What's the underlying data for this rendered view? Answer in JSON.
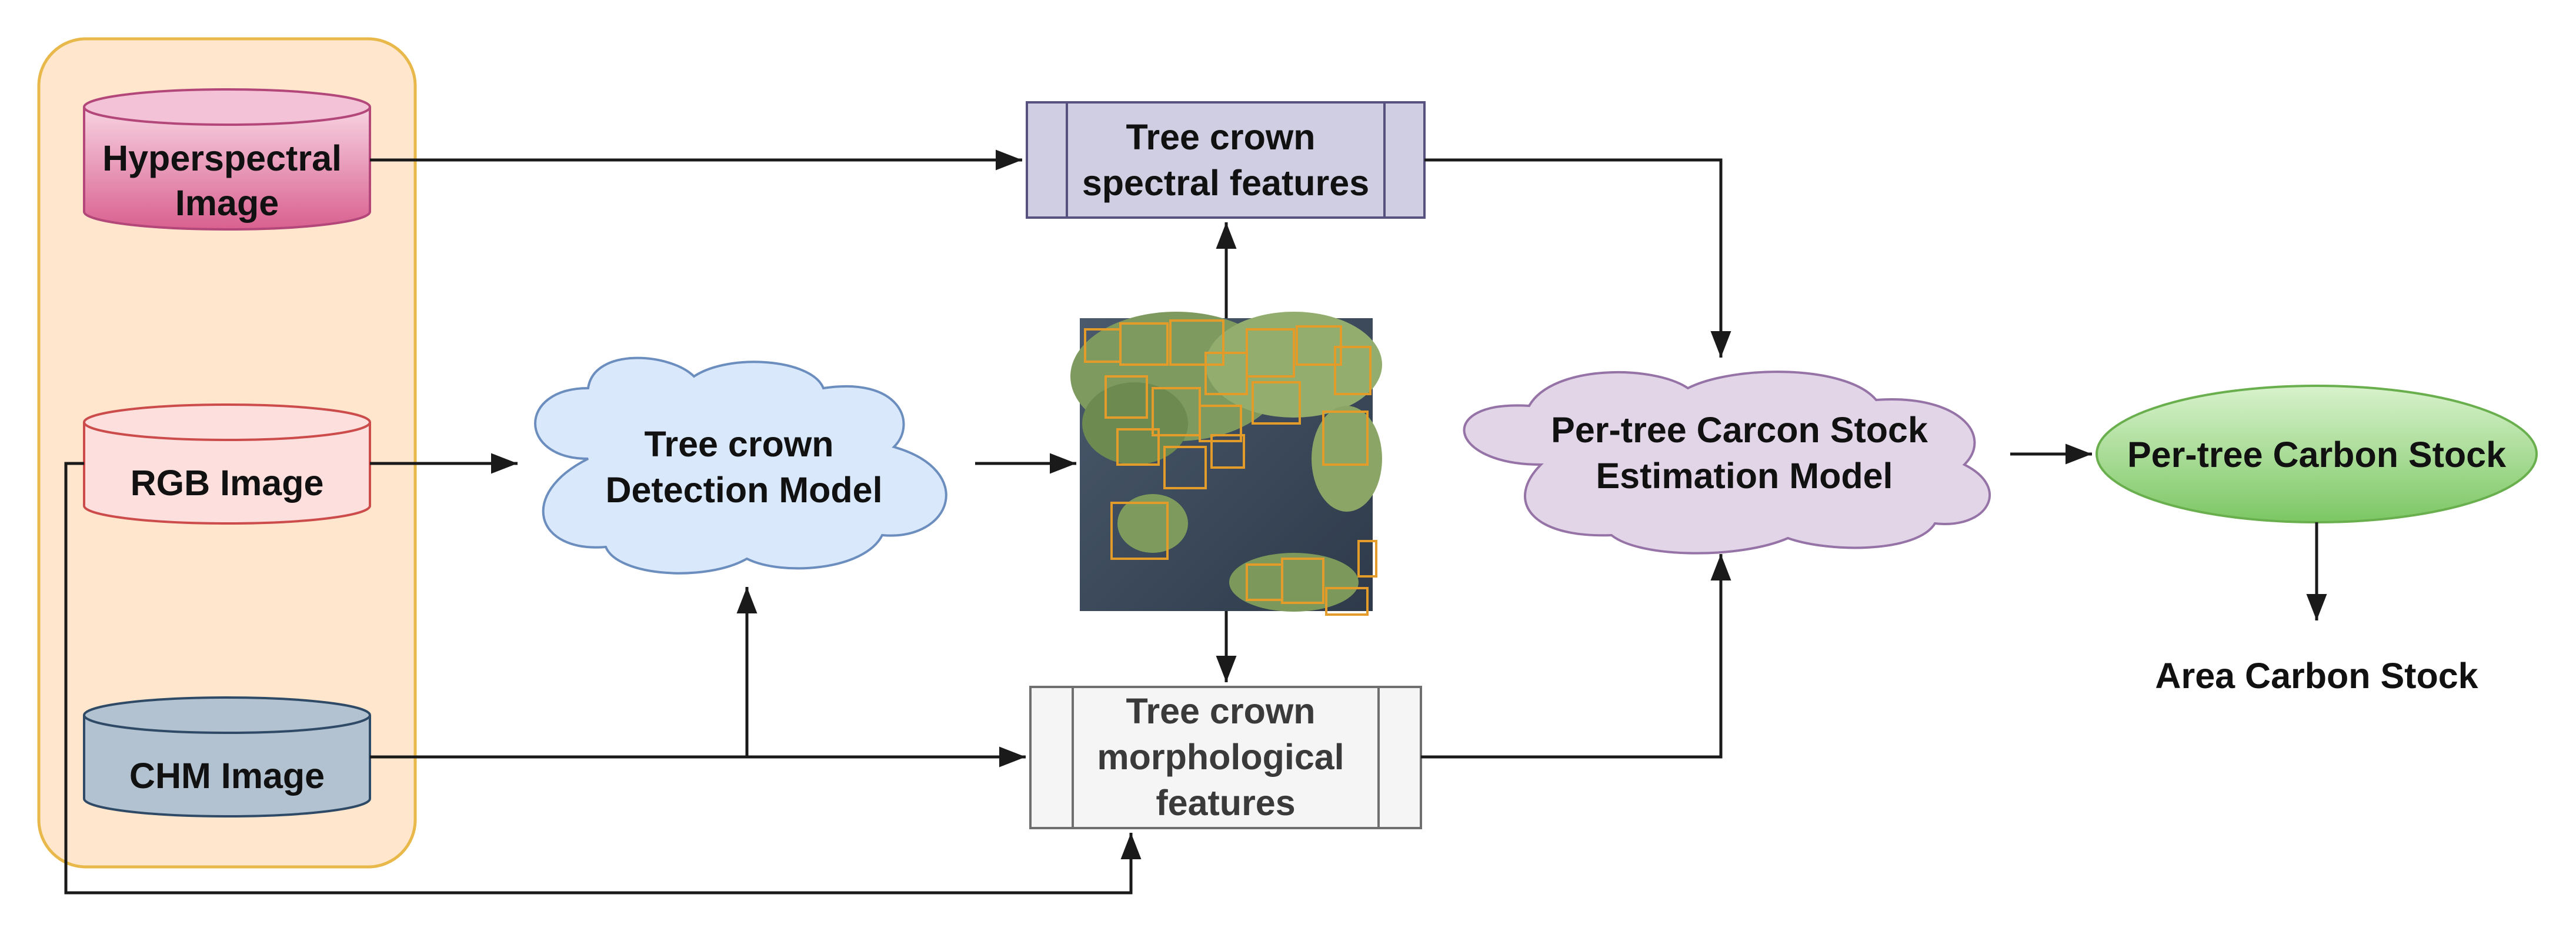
{
  "nodes": {
    "hyperspectral": {
      "lines": [
        "Hyperspectral",
        "Image"
      ]
    },
    "rgb": {
      "lines": [
        "RGB Image"
      ]
    },
    "chm": {
      "lines": [
        "CHM Image"
      ]
    },
    "detection_model": {
      "lines": [
        "Tree crown",
        "Detection Model"
      ]
    },
    "spectral_features": {
      "lines": [
        "Tree crown",
        "spectral features"
      ]
    },
    "morphological_features": {
      "lines": [
        "Tree crown",
        "morphological",
        "features"
      ]
    },
    "estimation_model": {
      "lines": [
        "Per-tree Carcon Stock",
        "Estimation Model"
      ]
    },
    "per_tree_stock": {
      "lines": [
        "Per-tree Carbon Stock"
      ]
    },
    "area_stock": {
      "lines": [
        "Area Carbon Stock"
      ]
    }
  },
  "colors": {
    "input_group_fill": "#ffe6cc",
    "input_group_stroke": "#e8b84a",
    "hyperspectral_fill": "#e27fa9",
    "rgb_fill": "#fde0dd",
    "chm_fill": "#b2c2d0",
    "detection_fill": "#dae8fc",
    "spectral_fill": "#d0cee2",
    "morph_fill": "#f5f5f5",
    "estimation_fill": "#e1d5e7",
    "carbon_fill": "#8fd07a",
    "edge": "#1a1a1a"
  },
  "edges": [
    {
      "from": "hyperspectral",
      "to": "spectral_features"
    },
    {
      "from": "rgb",
      "to": "detection_model"
    },
    {
      "from": "detection_model",
      "to": "detection_image"
    },
    {
      "from": "detection_image",
      "to": "spectral_features"
    },
    {
      "from": "detection_image",
      "to": "morphological_features"
    },
    {
      "from": "chm",
      "to": "morphological_features"
    },
    {
      "from": "chm",
      "to": "detection_model"
    },
    {
      "from": "rgb",
      "to": "morphological_features"
    },
    {
      "from": "spectral_features",
      "to": "estimation_model"
    },
    {
      "from": "morphological_features",
      "to": "estimation_model"
    },
    {
      "from": "estimation_model",
      "to": "per_tree_stock"
    },
    {
      "from": "per_tree_stock",
      "to": "area_stock"
    }
  ]
}
